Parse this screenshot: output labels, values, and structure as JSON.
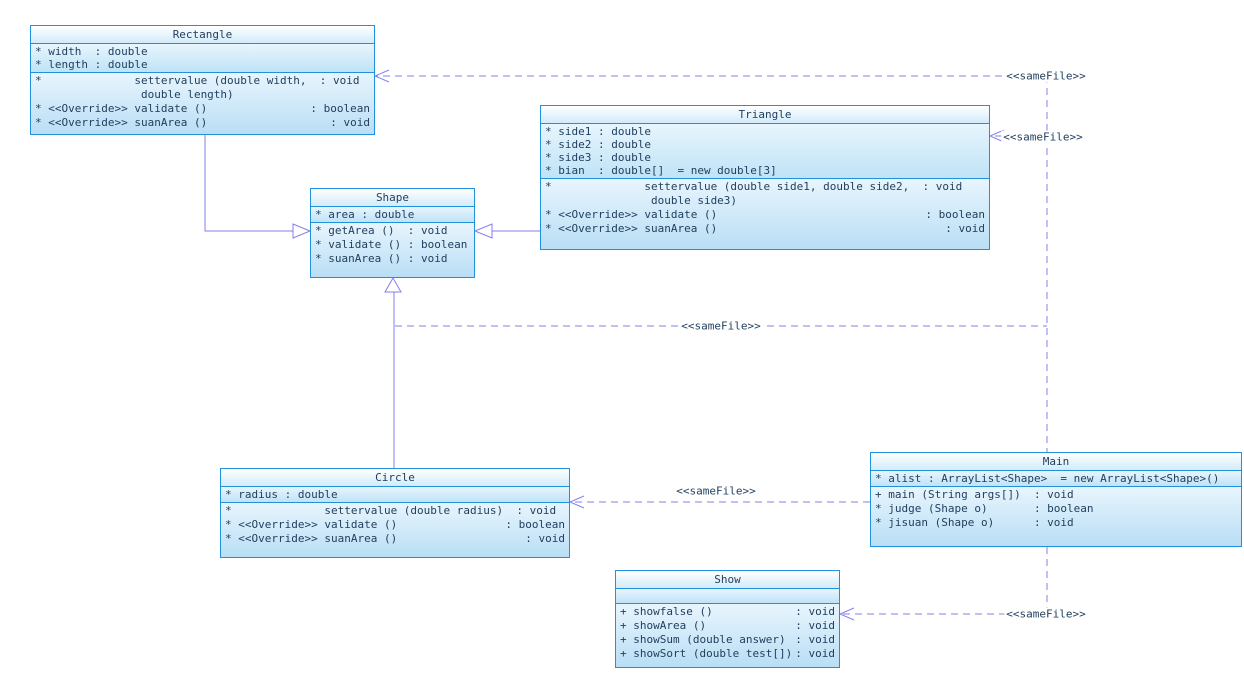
{
  "connector_label": "<<sameFile>>",
  "colors": {
    "box_border": "#2191dd",
    "box_fill_top": "#e8f5fd",
    "box_fill_bottom": "#b9def5",
    "connector": "#8583ee",
    "text": "#1e3d5c"
  },
  "classes": {
    "rectangle": {
      "name": "Rectangle",
      "attributes": [
        "* width  : double",
        "* length : double"
      ],
      "methods": [
        {
          "l": "*              settervalue (double width,  : void\n                double length)",
          "r": ""
        },
        {
          "l": "* <<Override>> validate ()",
          "r": ": boolean"
        },
        {
          "l": "* <<Override>> suanArea ()",
          "r": ": void"
        }
      ]
    },
    "triangle": {
      "name": "Triangle",
      "attributes": [
        "* side1 : double",
        "* side2 : double",
        "* side3 : double",
        "* bian  : double[]  = new double[3]"
      ],
      "methods": [
        {
          "l": "*              settervalue (double side1, double side2,  : void\n                double side3)",
          "r": ""
        },
        {
          "l": "* <<Override>> validate ()",
          "r": ": boolean"
        },
        {
          "l": "* <<Override>> suanArea ()",
          "r": ": void"
        }
      ]
    },
    "shape": {
      "name": "Shape",
      "attributes": [
        "* area : double"
      ],
      "methods": [
        {
          "l": "* getArea ()  : void",
          "r": ""
        },
        {
          "l": "* validate () : boolean",
          "r": ""
        },
        {
          "l": "* suanArea () : void",
          "r": ""
        }
      ]
    },
    "circle": {
      "name": "Circle",
      "attributes": [
        "* radius : double"
      ],
      "methods": [
        {
          "l": "*              settervalue (double radius)  : void",
          "r": ""
        },
        {
          "l": "* <<Override>> validate ()",
          "r": ": boolean"
        },
        {
          "l": "* <<Override>> suanArea ()",
          "r": ": void"
        }
      ]
    },
    "main": {
      "name": "Main",
      "attributes": [
        "* alist : ArrayList<Shape>  = new ArrayList<Shape>()"
      ],
      "methods": [
        {
          "l": "+ main (String args[])  : void",
          "r": ""
        },
        {
          "l": "* judge (Shape o)       : boolean",
          "r": ""
        },
        {
          "l": "* jisuan (Shape o)      : void",
          "r": ""
        }
      ]
    },
    "show": {
      "name": "Show",
      "attributes": [],
      "methods": [
        {
          "l": "+ showfalse ()",
          "r": ": void"
        },
        {
          "l": "+ showArea ()",
          "r": ": void"
        },
        {
          "l": "+ showSum (double answer)",
          "r": ": void"
        },
        {
          "l": "+ showSort (double test[])",
          "r": ": void"
        }
      ]
    }
  }
}
